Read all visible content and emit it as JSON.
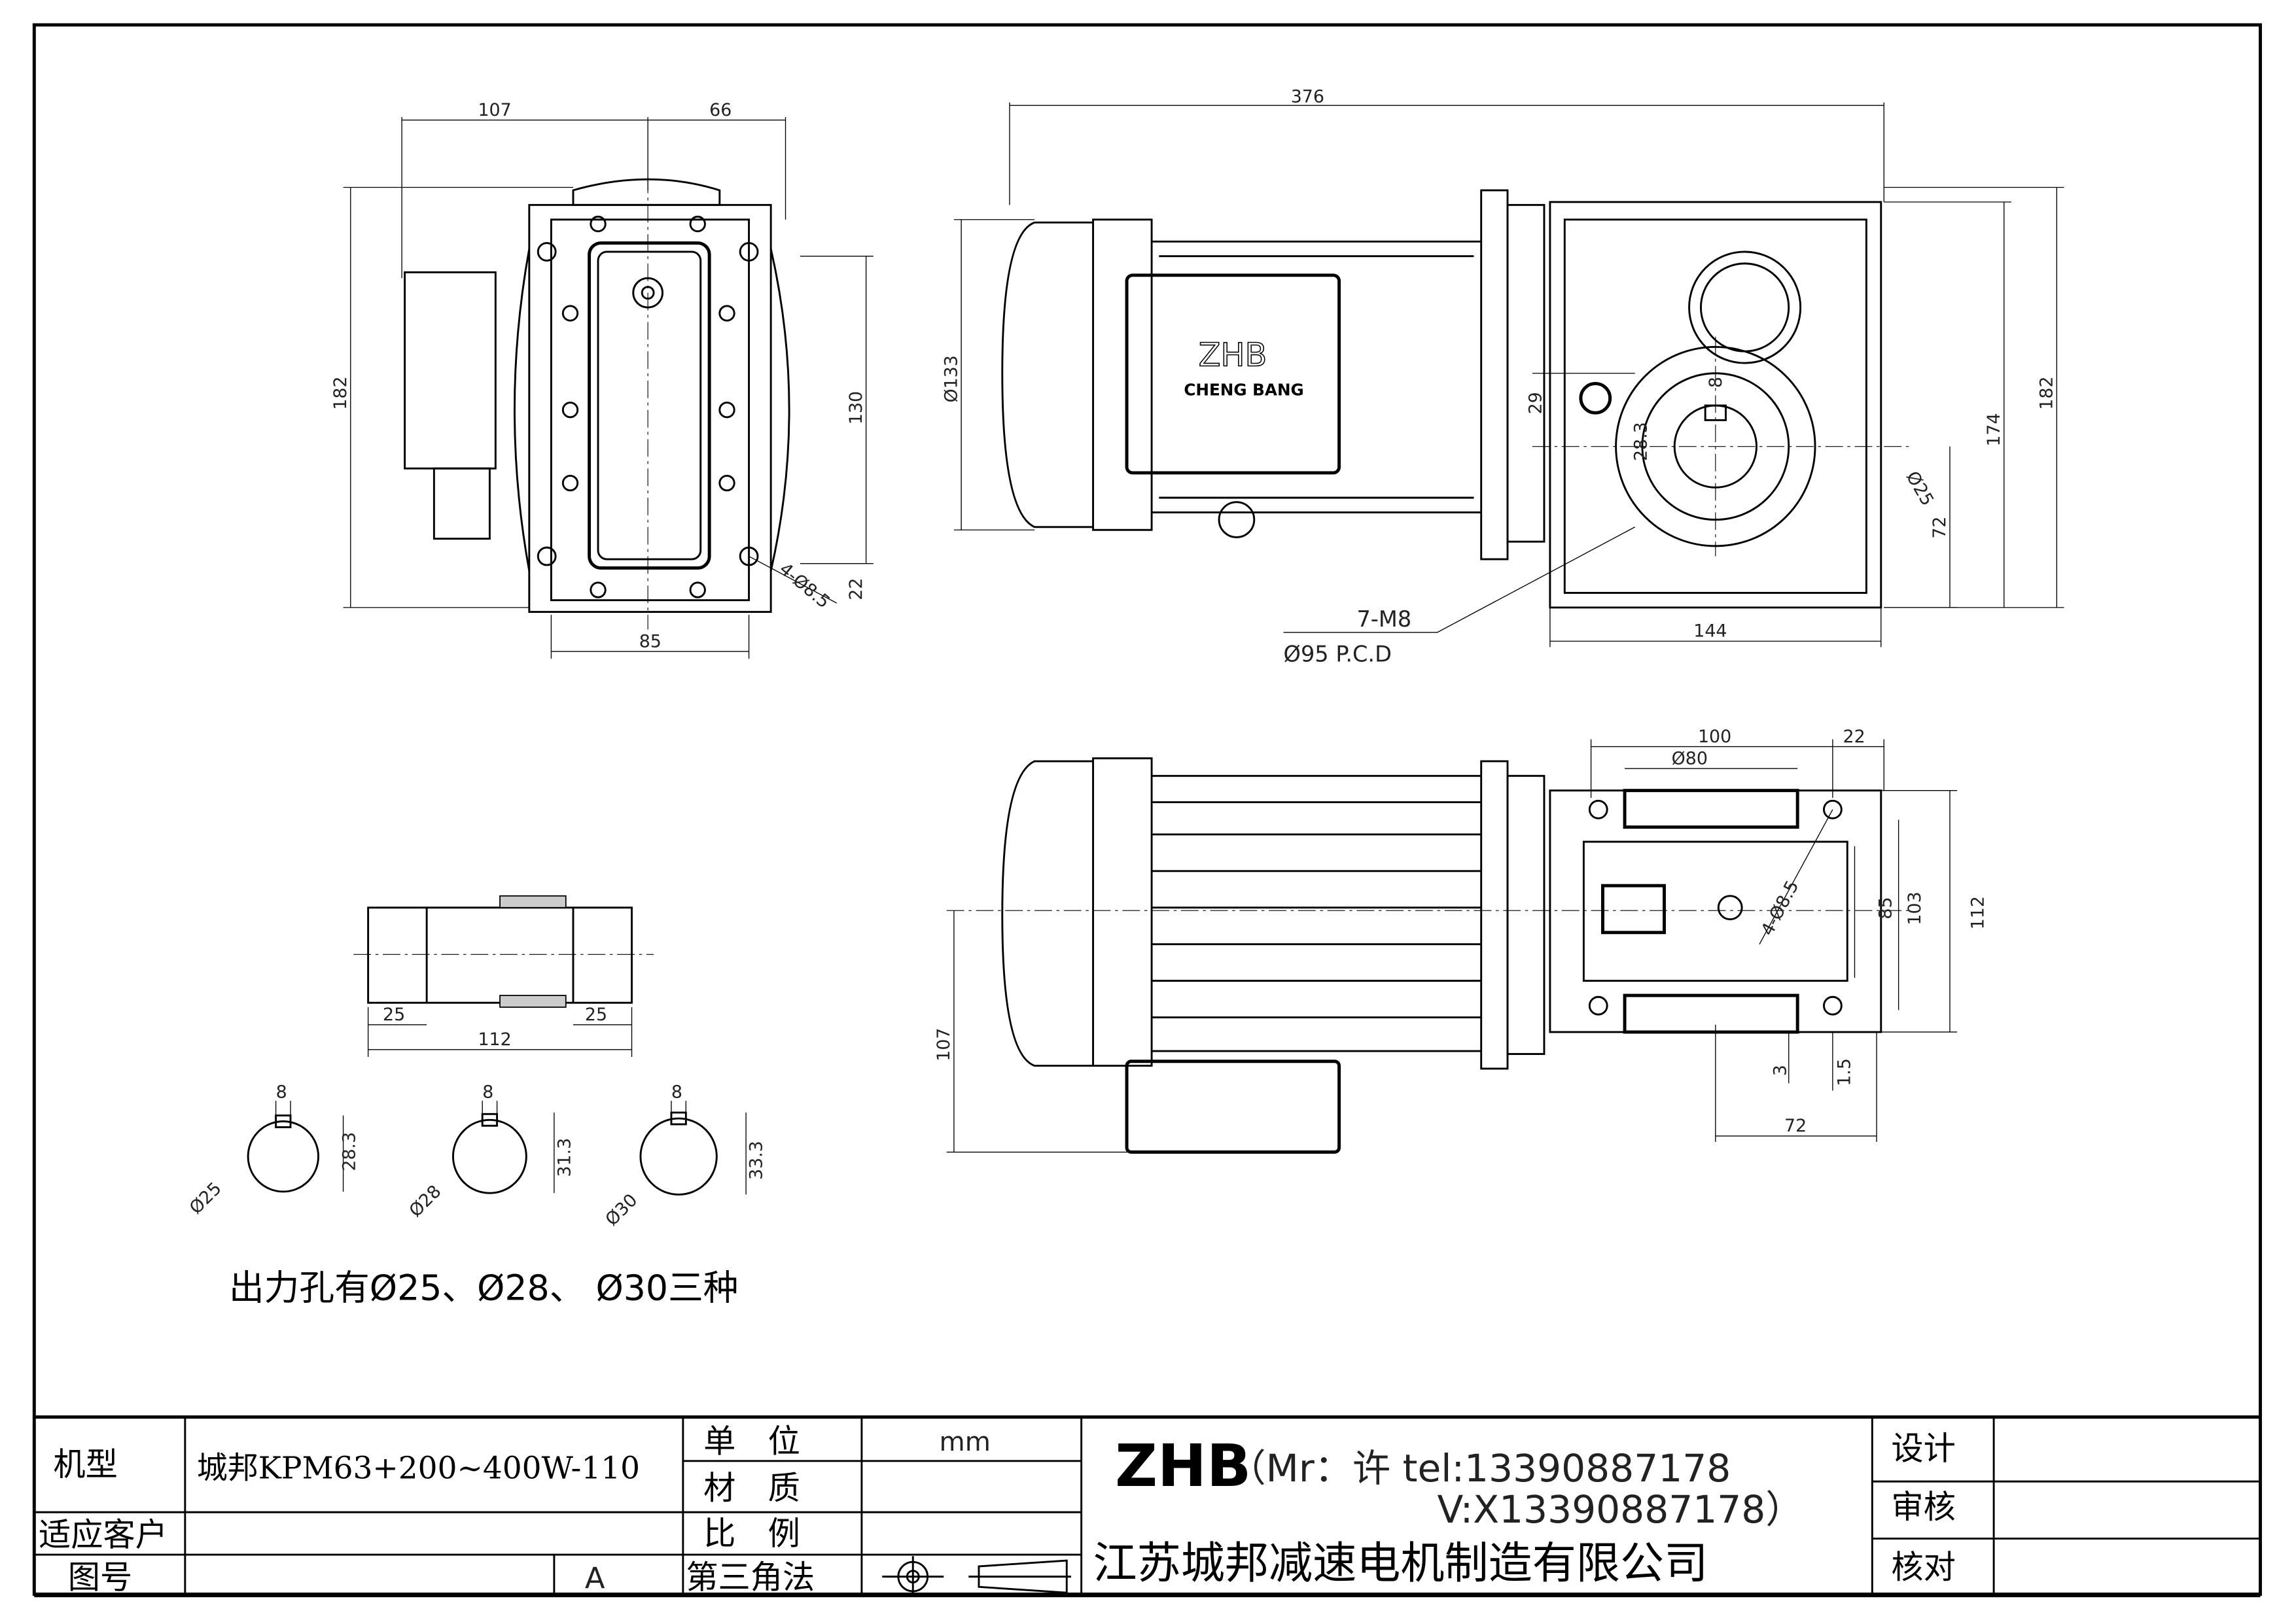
{
  "front_view": {
    "dim_107": "107",
    "dim_66": "66",
    "dim_182": "182",
    "dim_130": "130",
    "dim_22": "22",
    "dim_holes": "4-Ø8.5",
    "dim_85": "85"
  },
  "side_view": {
    "dim_376": "376",
    "dim_133": "Ø133",
    "logo": "ZHB",
    "brand": "CHENG BANG",
    "dim_29": "29",
    "dim_8": "8",
    "dim_28_3": "28.3",
    "dim_25": "Ø25",
    "dim_174": "174",
    "dim_182": "182",
    "dim_72": "72",
    "dim_144": "144",
    "holes": "7-M8",
    "pcd": "Ø95 P.C.D"
  },
  "top_view": {
    "dim_100": "100",
    "dim_22": "22",
    "dim_80": "Ø80",
    "dim_holes": "4-Ø8.5",
    "dim_85": "85",
    "dim_103": "103",
    "dim_112": "112",
    "dim_107": "107",
    "dim_3": "3",
    "dim_1_5": "1.5",
    "dim_72": "72"
  },
  "shaft": {
    "dim_25_left": "25",
    "dim_112": "112",
    "dim_25_right": "25"
  },
  "keyways": [
    {
      "width": "8",
      "depth": "28.3",
      "dia": "Ø25"
    },
    {
      "width": "8",
      "depth": "31.3",
      "dia": "Ø28"
    },
    {
      "width": "8",
      "depth": "33.3",
      "dia": "Ø30"
    }
  ],
  "note": "出力孔有Ø25、Ø28、 Ø30三种",
  "title_block": {
    "model_label": "机型",
    "model_value": "城邦KPM63+200~400W-110",
    "unit_label": "单　位",
    "unit_value": "mm",
    "material_label": "材　质",
    "customer_label": "适应客户",
    "scale_label": "比　例",
    "drawing_no_label": "图号",
    "revision": "A",
    "projection_label": "第三角法",
    "brand": "ZHB",
    "contact_line1": "（Mr：许 tel:13390887178",
    "contact_line2": "V:X13390887178）",
    "company": "江苏城邦减速电机制造有限公司",
    "design_label": "设计",
    "review_label": "审核",
    "check_label": "核对"
  }
}
